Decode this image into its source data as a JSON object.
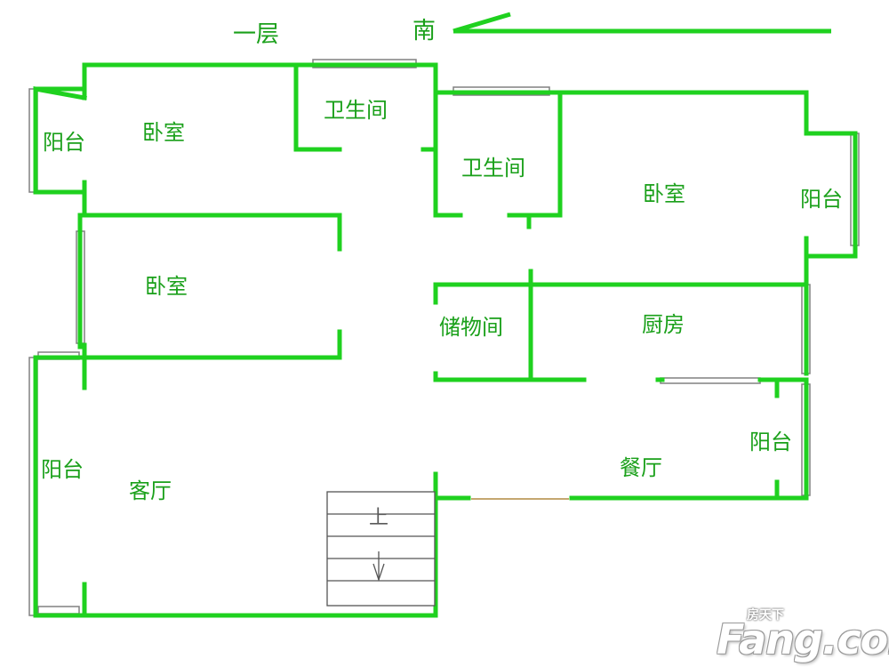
{
  "header": {
    "floor": "一层",
    "south": "南"
  },
  "rooms": {
    "bedroom_top_left": "卧室",
    "bedroom_mid_left": "卧室",
    "bedroom_right": "卧室",
    "balcony_top_left": "阳台",
    "balcony_right": "阳台",
    "balcony_left": "阳台",
    "balcony_dining": "阳台",
    "bathroom_top": "卫生间",
    "bathroom_mid": "卫生间",
    "storage": "储物间",
    "kitchen": "厨房",
    "dining": "餐厅",
    "living": "客厅"
  },
  "stairs": {
    "up": "上",
    "down": "下"
  },
  "watermark": {
    "cn": "房天下",
    "en": "Fang.com"
  },
  "colors": {
    "wall": "#1fd11f",
    "label": "#1aa01a",
    "window": "#808080"
  }
}
